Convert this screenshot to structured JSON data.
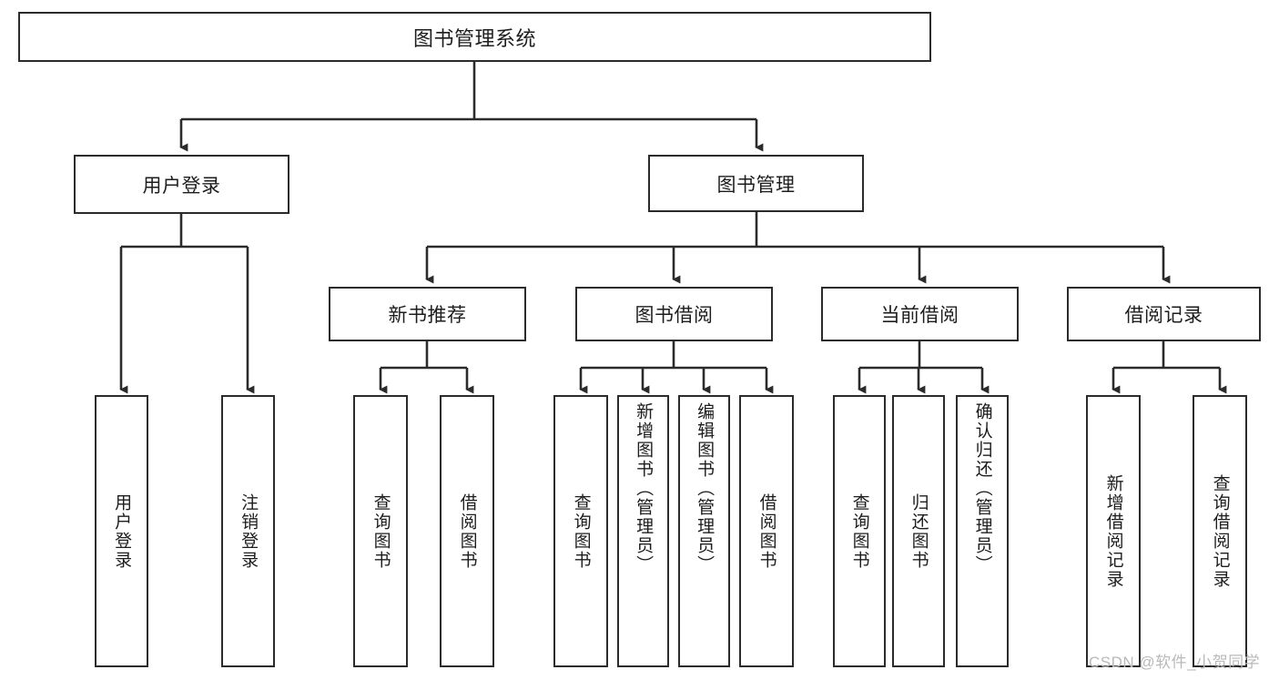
{
  "diagram": {
    "type": "tree-hierarchy",
    "title": "图书管理系统",
    "levels": [
      {
        "level": 1,
        "nodes": [
          {
            "id": "root",
            "label": "图书管理系统"
          }
        ]
      },
      {
        "level": 2,
        "nodes": [
          {
            "id": "login",
            "label": "用户登录"
          },
          {
            "id": "bookmgmt",
            "label": "图书管理"
          }
        ]
      },
      {
        "level": 3,
        "nodes": [
          {
            "id": "newbook",
            "label": "新书推荐"
          },
          {
            "id": "borrow",
            "label": "图书借阅"
          },
          {
            "id": "current",
            "label": "当前借阅"
          },
          {
            "id": "records",
            "label": "借阅记录"
          }
        ]
      },
      {
        "level": 4,
        "nodes": [
          {
            "id": "leaf-user-login",
            "label": "用户登录"
          },
          {
            "id": "leaf-logout",
            "label": "注销登录"
          },
          {
            "id": "leaf-query-book-1",
            "label": "查询图书"
          },
          {
            "id": "leaf-borrow-book-1",
            "label": "借阅图书"
          },
          {
            "id": "leaf-query-book-2",
            "label": "查询图书"
          },
          {
            "id": "leaf-add-book",
            "label": "新增图书（管理员）"
          },
          {
            "id": "leaf-edit-book",
            "label": "编辑图书（管理员）"
          },
          {
            "id": "leaf-borrow-book-2",
            "label": "借阅图书"
          },
          {
            "id": "leaf-query-book-3",
            "label": "查询图书"
          },
          {
            "id": "leaf-return-book",
            "label": "归还图书"
          },
          {
            "id": "leaf-confirm-return",
            "label": "确认归还（管理员）"
          },
          {
            "id": "leaf-add-record",
            "label": "新增借阅记录"
          },
          {
            "id": "leaf-query-record",
            "label": "查询借阅记录"
          }
        ]
      }
    ],
    "colors": {
      "stroke": "#2b2b2b",
      "fill": "#ffffff",
      "text": "#1d1d1d",
      "watermark": "#b9b9b9"
    }
  },
  "watermark": {
    "text": "CSDN @软件_小贺同学"
  }
}
